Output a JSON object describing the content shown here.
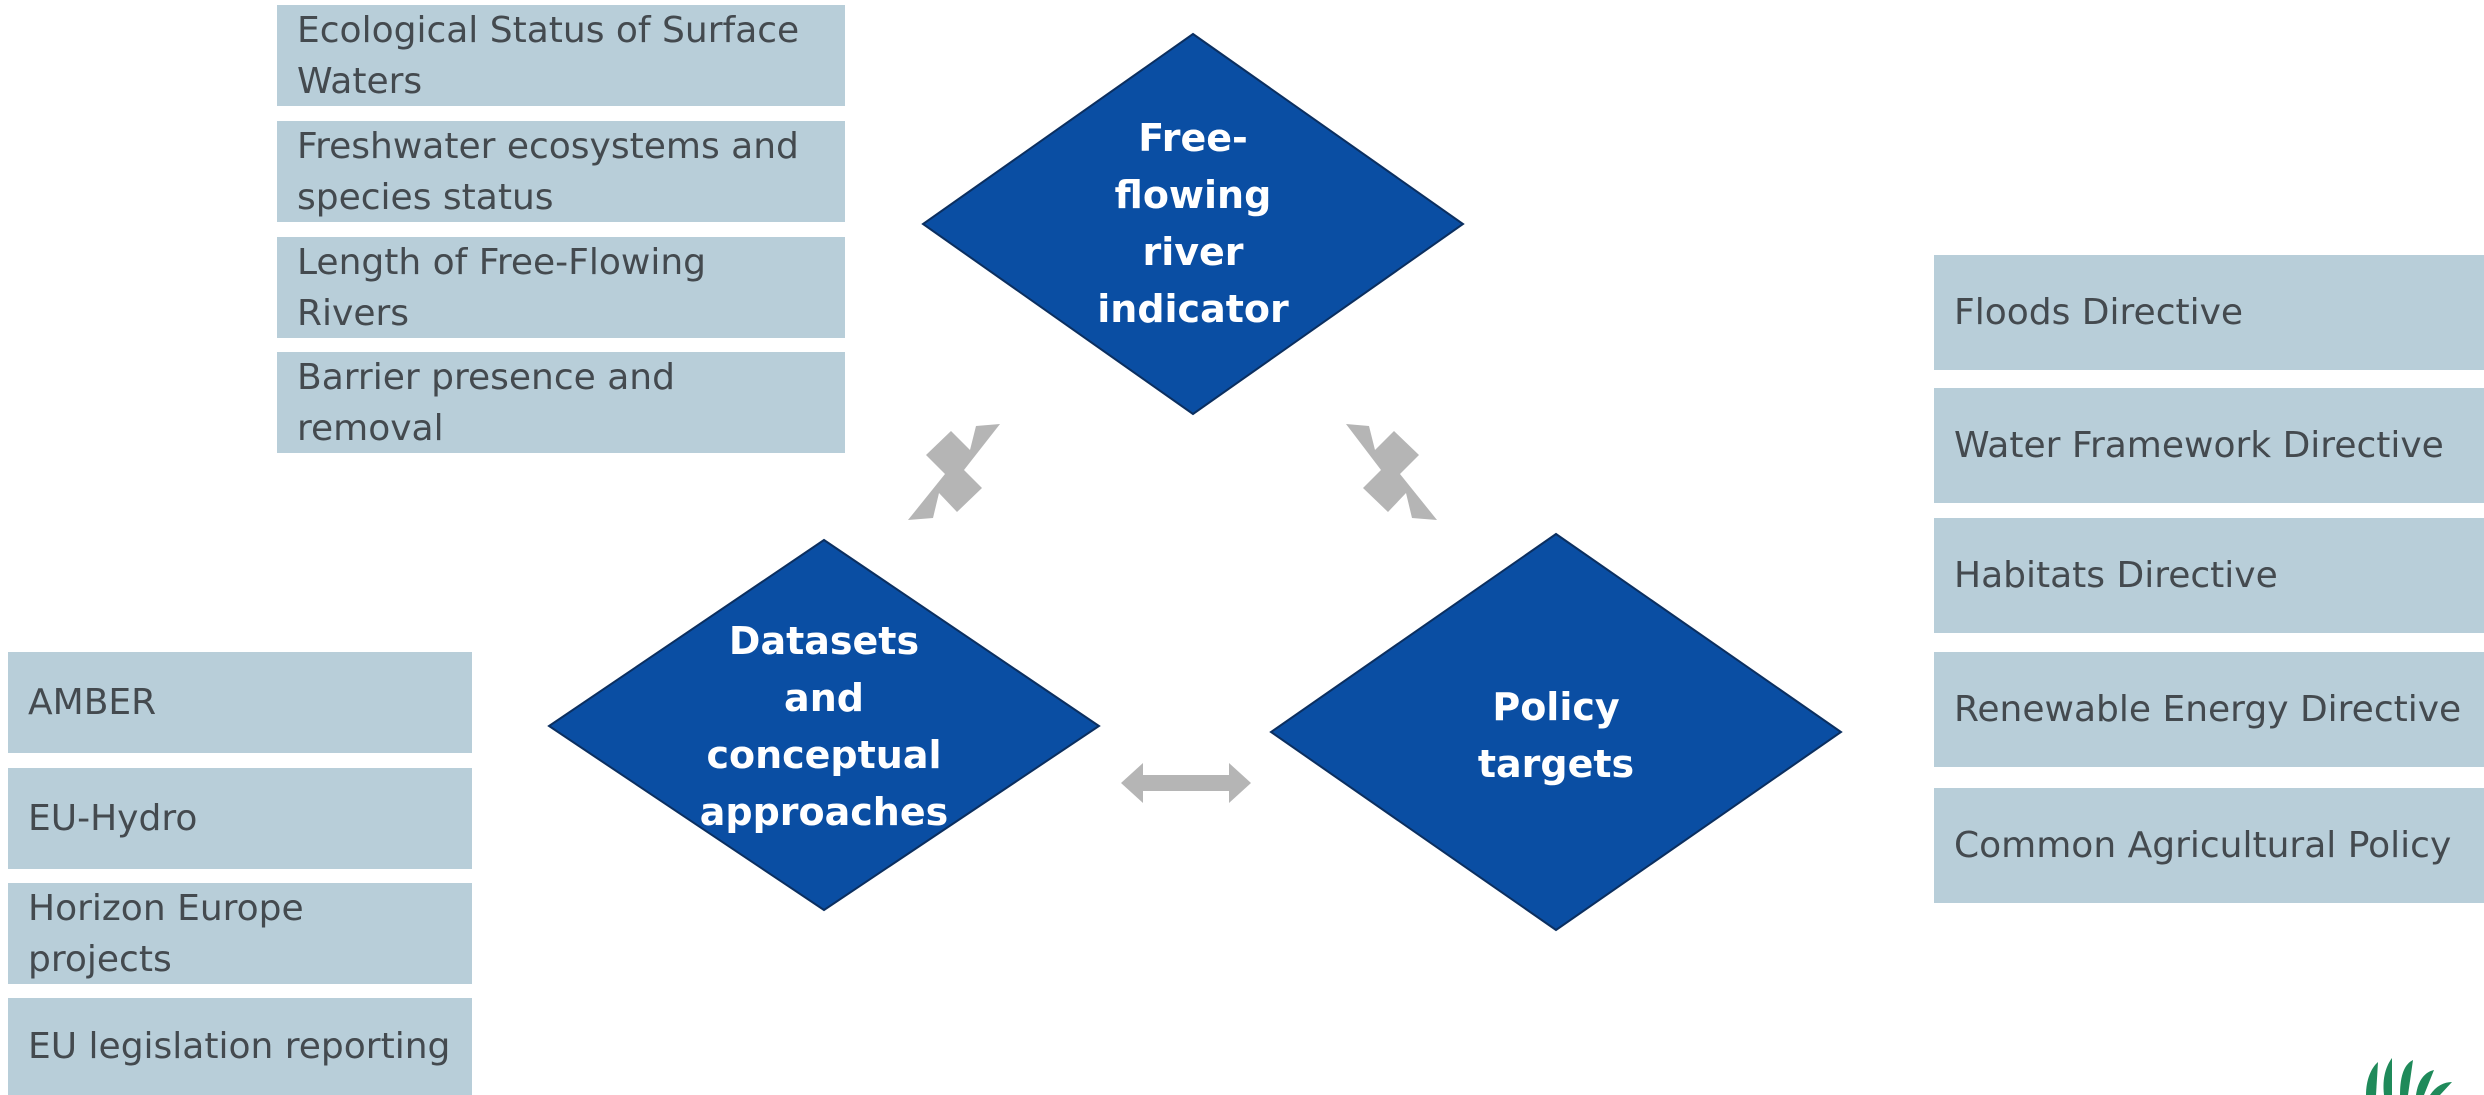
{
  "diamonds": {
    "indicator": "Free- flowing river indicator",
    "datasets": "Datasets and conceptual approaches",
    "policy": "Policy targets"
  },
  "indicator_boxes": [
    "Ecological Status of Surface Waters",
    "Freshwater ecosystems and species status",
    "Length of Free-Flowing Rivers",
    "Barrier presence and removal"
  ],
  "dataset_boxes": [
    "AMBER",
    "EU-Hydro",
    "Horizon Europe projects",
    "EU legislation reporting"
  ],
  "policy_boxes": [
    "Floods Directive",
    "Water Framework Directive",
    "Habitats Directive",
    "Renewable Energy Directive",
    "Common Agricultural Policy"
  ],
  "colors": {
    "diamond_fill": "#0a4ea3",
    "box_fill": "#b8ced9",
    "arrow": "#b5b5b5",
    "logo": "#1f8a5a"
  },
  "icons": [
    "double-arrow-icon",
    "logo-leaf-icon"
  ]
}
